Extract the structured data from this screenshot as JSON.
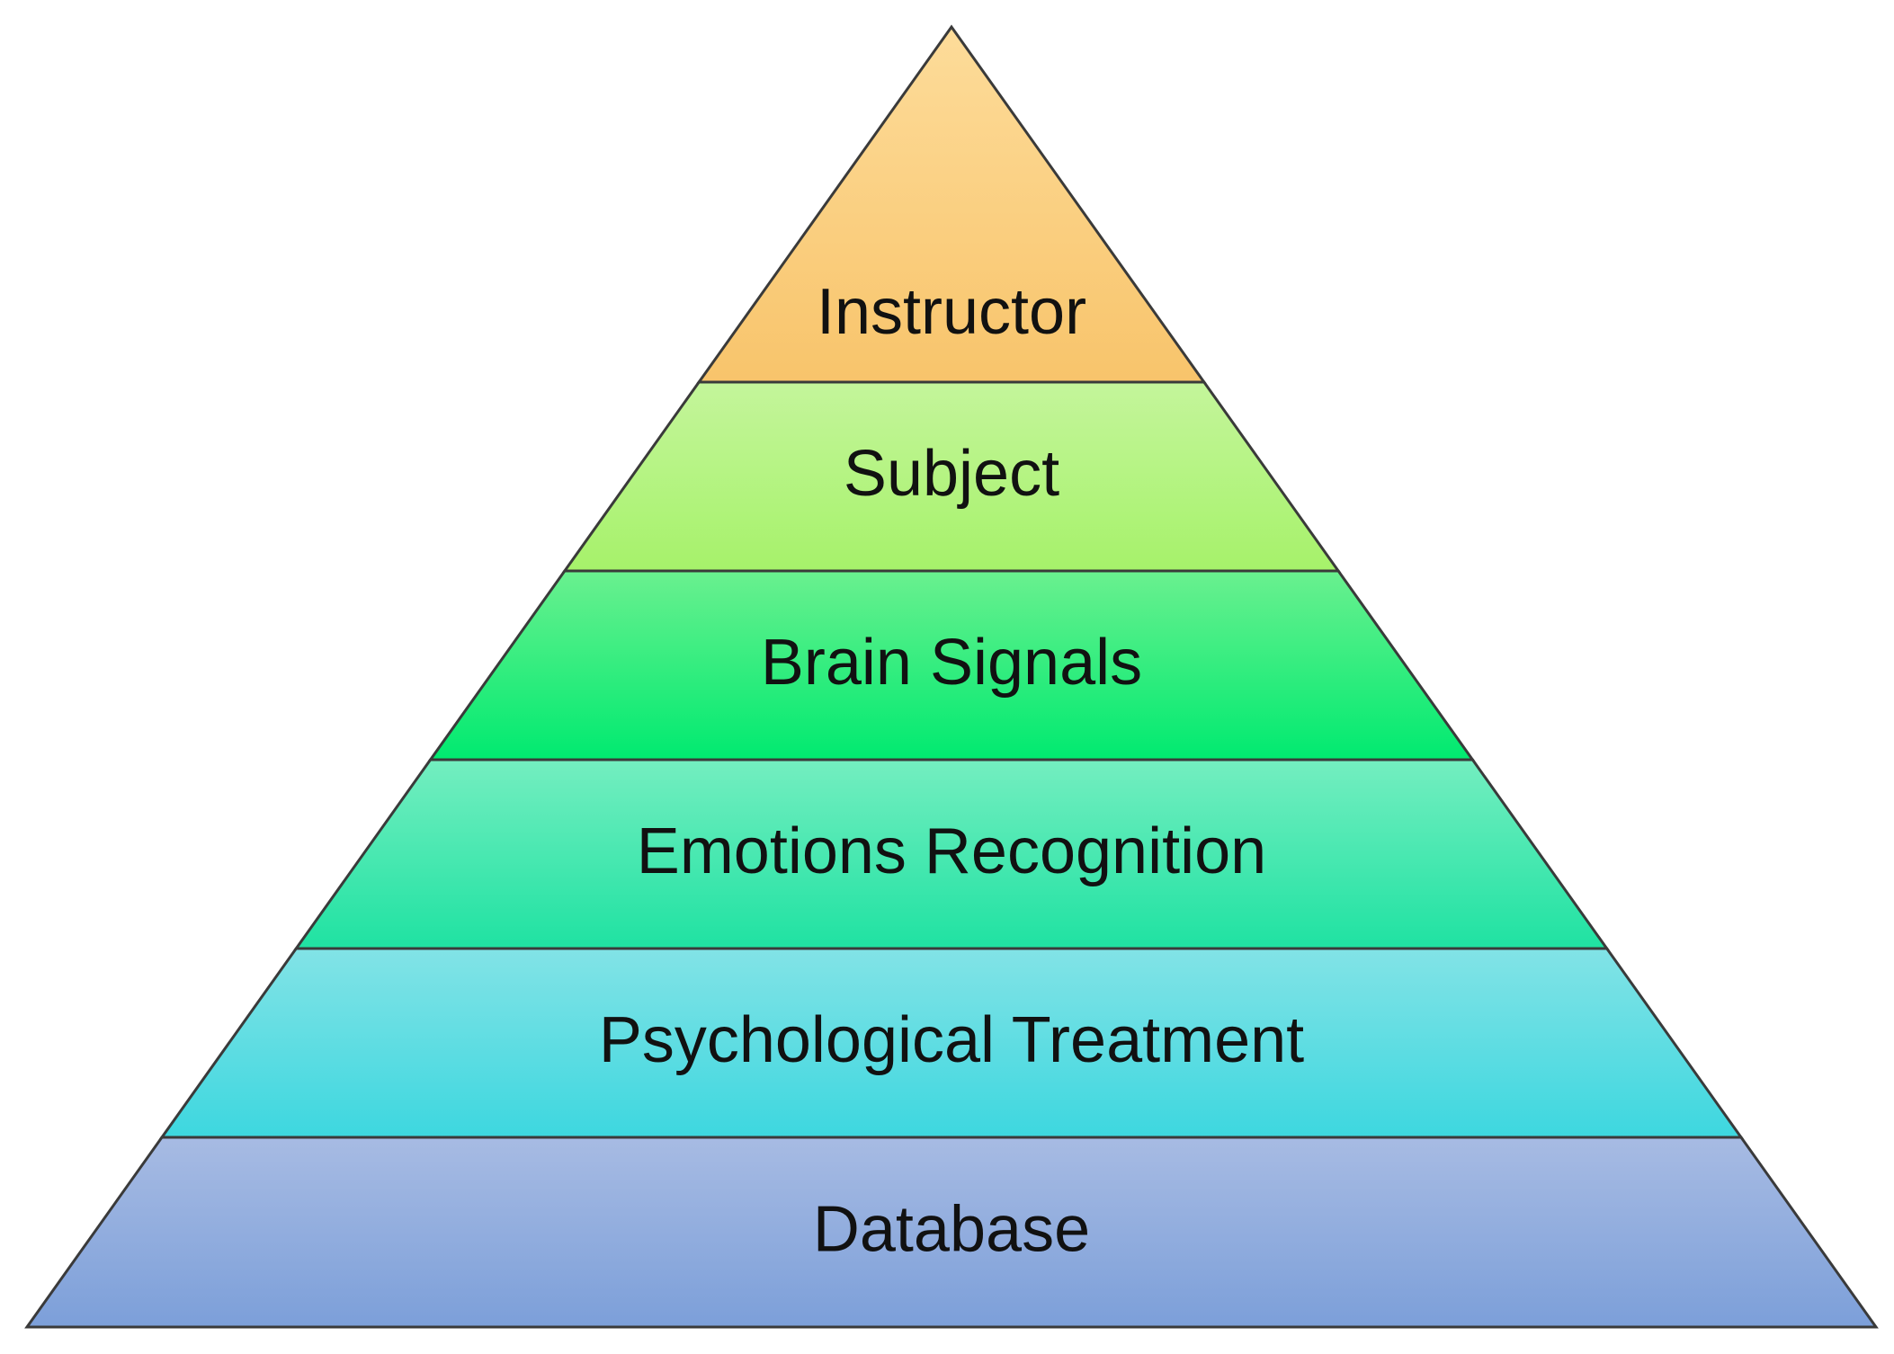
{
  "diagram": {
    "type": "pyramid",
    "layers": [
      {
        "label": "Instructor",
        "color_top": "#fddc9a",
        "color_bottom": "#f8c46b"
      },
      {
        "label": "Subject",
        "color_top": "#c4f59b",
        "color_bottom": "#a6f26a"
      },
      {
        "label": "Brain Signals",
        "color_top": "#6af08f",
        "color_bottom": "#00ea70"
      },
      {
        "label": "Emotions Recognition",
        "color_top": "#74eec0",
        "color_bottom": "#1fe2a2"
      },
      {
        "label": "Psychological Treatment",
        "color_top": "#82e3e6",
        "color_bottom": "#3dd7df"
      },
      {
        "label": "Database",
        "color_top": "#a7bbe3",
        "color_bottom": "#7c9fd9"
      }
    ],
    "outline_color": "#3a3a3a"
  }
}
